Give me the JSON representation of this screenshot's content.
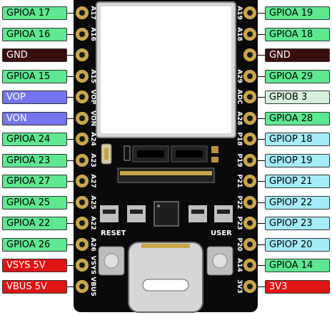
{
  "left_labels": [
    {
      "text": "GPIOA 17",
      "kind": "gpioa"
    },
    {
      "text": "GPIOA 16",
      "kind": "gpioa"
    },
    {
      "text": "GND",
      "kind": "gnd"
    },
    {
      "text": "GPIOA 15",
      "kind": "gpioa"
    },
    {
      "text": "VOP",
      "kind": "vo"
    },
    {
      "text": "VON",
      "kind": "vo"
    },
    {
      "text": "GPIOA 24",
      "kind": "gpioa"
    },
    {
      "text": "GPIOA 23",
      "kind": "gpioa"
    },
    {
      "text": "GPIOA 27",
      "kind": "gpioa"
    },
    {
      "text": "GPIOA 25",
      "kind": "gpioa"
    },
    {
      "text": "GPIOA 22",
      "kind": "gpioa"
    },
    {
      "text": "GPIOA 26",
      "kind": "gpioa"
    },
    {
      "text": "VSYS 5V",
      "kind": "pwr"
    },
    {
      "text": "VBUS 5V",
      "kind": "pwr"
    }
  ],
  "right_labels": [
    {
      "text": "GPIOA 19",
      "kind": "gpioa"
    },
    {
      "text": "GPIOA 18",
      "kind": "gpioa"
    },
    {
      "text": "GND",
      "kind": "gnd"
    },
    {
      "text": "GPIOA 29",
      "kind": "gpioa"
    },
    {
      "text": "GPIOB 3",
      "kind": "gpiob"
    },
    {
      "text": "GPIOA 28",
      "kind": "gpioa"
    },
    {
      "text": "GPIOP 18",
      "kind": "gpiop"
    },
    {
      "text": "GPIOP 19",
      "kind": "gpiop"
    },
    {
      "text": "GPIOP 21",
      "kind": "gpiop"
    },
    {
      "text": "GPIOP 22",
      "kind": "gpiop"
    },
    {
      "text": "GPIOP 23",
      "kind": "gpiop"
    },
    {
      "text": "GPIOP 20",
      "kind": "gpiop"
    },
    {
      "text": "GPIOA 14",
      "kind": "gpioa"
    },
    {
      "text": "3V3",
      "kind": "pwr"
    }
  ],
  "left_pin_names": [
    "A17",
    "A16",
    "",
    "A15",
    "VOP",
    "VON",
    "A24",
    "A23",
    "A27",
    "A25",
    "A22",
    "A26",
    "VSYS",
    "VBUS"
  ],
  "right_pin_names": [
    "A19",
    "A18",
    "",
    "A29",
    "ADC",
    "A28",
    "P18",
    "P19",
    "P21",
    "P22",
    "P23",
    "P20",
    "A14",
    "3V3"
  ],
  "board": {
    "reset_label": "RESET",
    "user_label": "USER"
  }
}
